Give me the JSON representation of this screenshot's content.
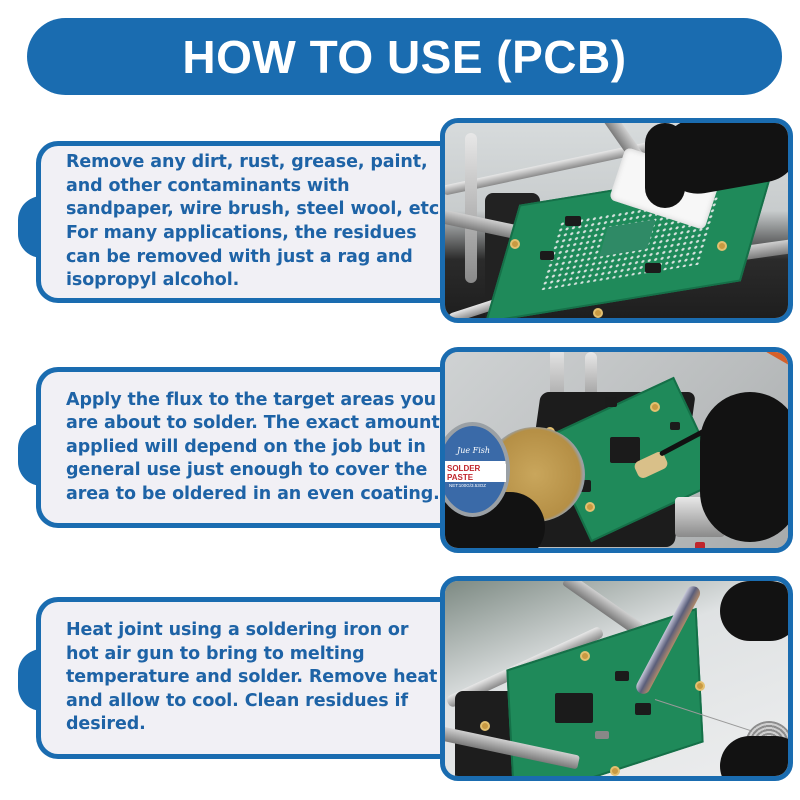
{
  "header": {
    "title": "HOW TO USE (PCB)"
  },
  "colors": {
    "accent": "#1a6cb0",
    "text": "#1e63a6",
    "box_bg": "#f1f0f5",
    "background": "#ffffff"
  },
  "steps": [
    {
      "text": "Remove any dirt, rust, grease, paint, and other contaminants with sandpaper, wire brush, steel wool, etc. For many applications, the residues can be removed with just a rag and isopropyl alcohol.",
      "image": "pcb-cleaning-photo"
    },
    {
      "text": "Apply the flux to the target areas you are about to solder. The exact amount applied will depend on the job but in general use just enough to cover the area to be oldered in an even coating.",
      "image": "flux-application-photo",
      "tin_label": {
        "brand": "Jue Fish",
        "product": "SOLDER PASTE",
        "net": "NET:100G/3.53OZ"
      }
    },
    {
      "text": "Heat joint using a soldering iron or hot air gun to bring to melting temperature and solder. Remove heat and allow to cool. Clean residues if desired.",
      "image": "soldering-photo"
    }
  ]
}
